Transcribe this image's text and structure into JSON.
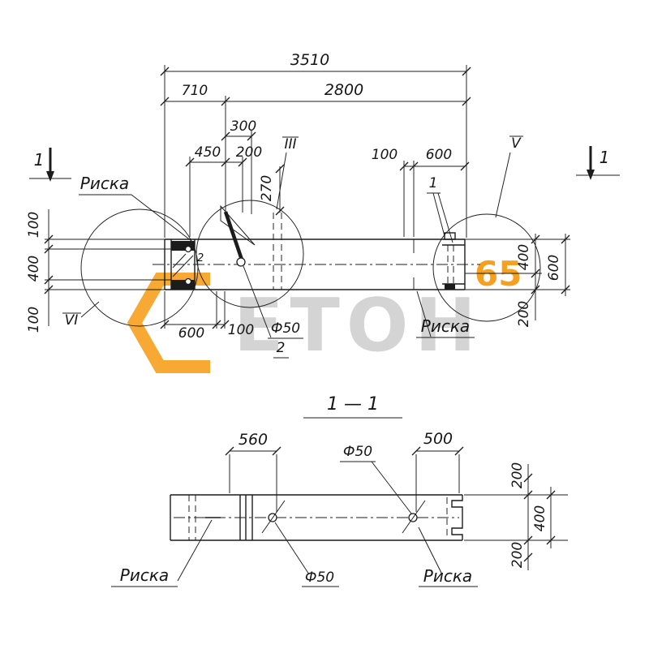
{
  "meta": {
    "background": "#ffffff",
    "ink": "#1c1c1c",
    "accent_orange": "#f6a01e",
    "watermark_gray": "#d4d4d4"
  },
  "watermark": {
    "brand": "ЕТОН",
    "digits": "65"
  },
  "top_view": {
    "dim_total": "3510",
    "dim_left_overhang": "710",
    "dim_span": "2800",
    "dim_300": "300",
    "dim_450": "450",
    "dim_200": "200",
    "dim_270": "270",
    "dim_100_top_right": "100",
    "dim_600_top_right": "600",
    "dim_100_left_upper": "100",
    "dim_400_left": "400",
    "dim_100_left_lower": "100",
    "dim_400_right": "400",
    "dim_600_right": "600",
    "dim_200_right": "200",
    "dim_600_bottom": "600",
    "dim_100_bottom": "100",
    "label_phi50": "Ф50",
    "pos_2": "2",
    "pos_2_detail": "2",
    "pos_1": "1",
    "riska_left": "Риска",
    "riska_right": "Риска",
    "section_mark_left": "1",
    "section_mark_right": "1",
    "view_iii": "III",
    "view_v": "V",
    "view_vi": "VI"
  },
  "section_view": {
    "title": "1 — 1",
    "dim_560": "560",
    "dim_500": "500",
    "phi50_top": "Ф50",
    "phi50_bottom": "Ф50",
    "dim_200_upper": "200",
    "dim_400": "400",
    "dim_200_lower": "200",
    "riska_left": "Риска",
    "riska_right": "Риска"
  }
}
